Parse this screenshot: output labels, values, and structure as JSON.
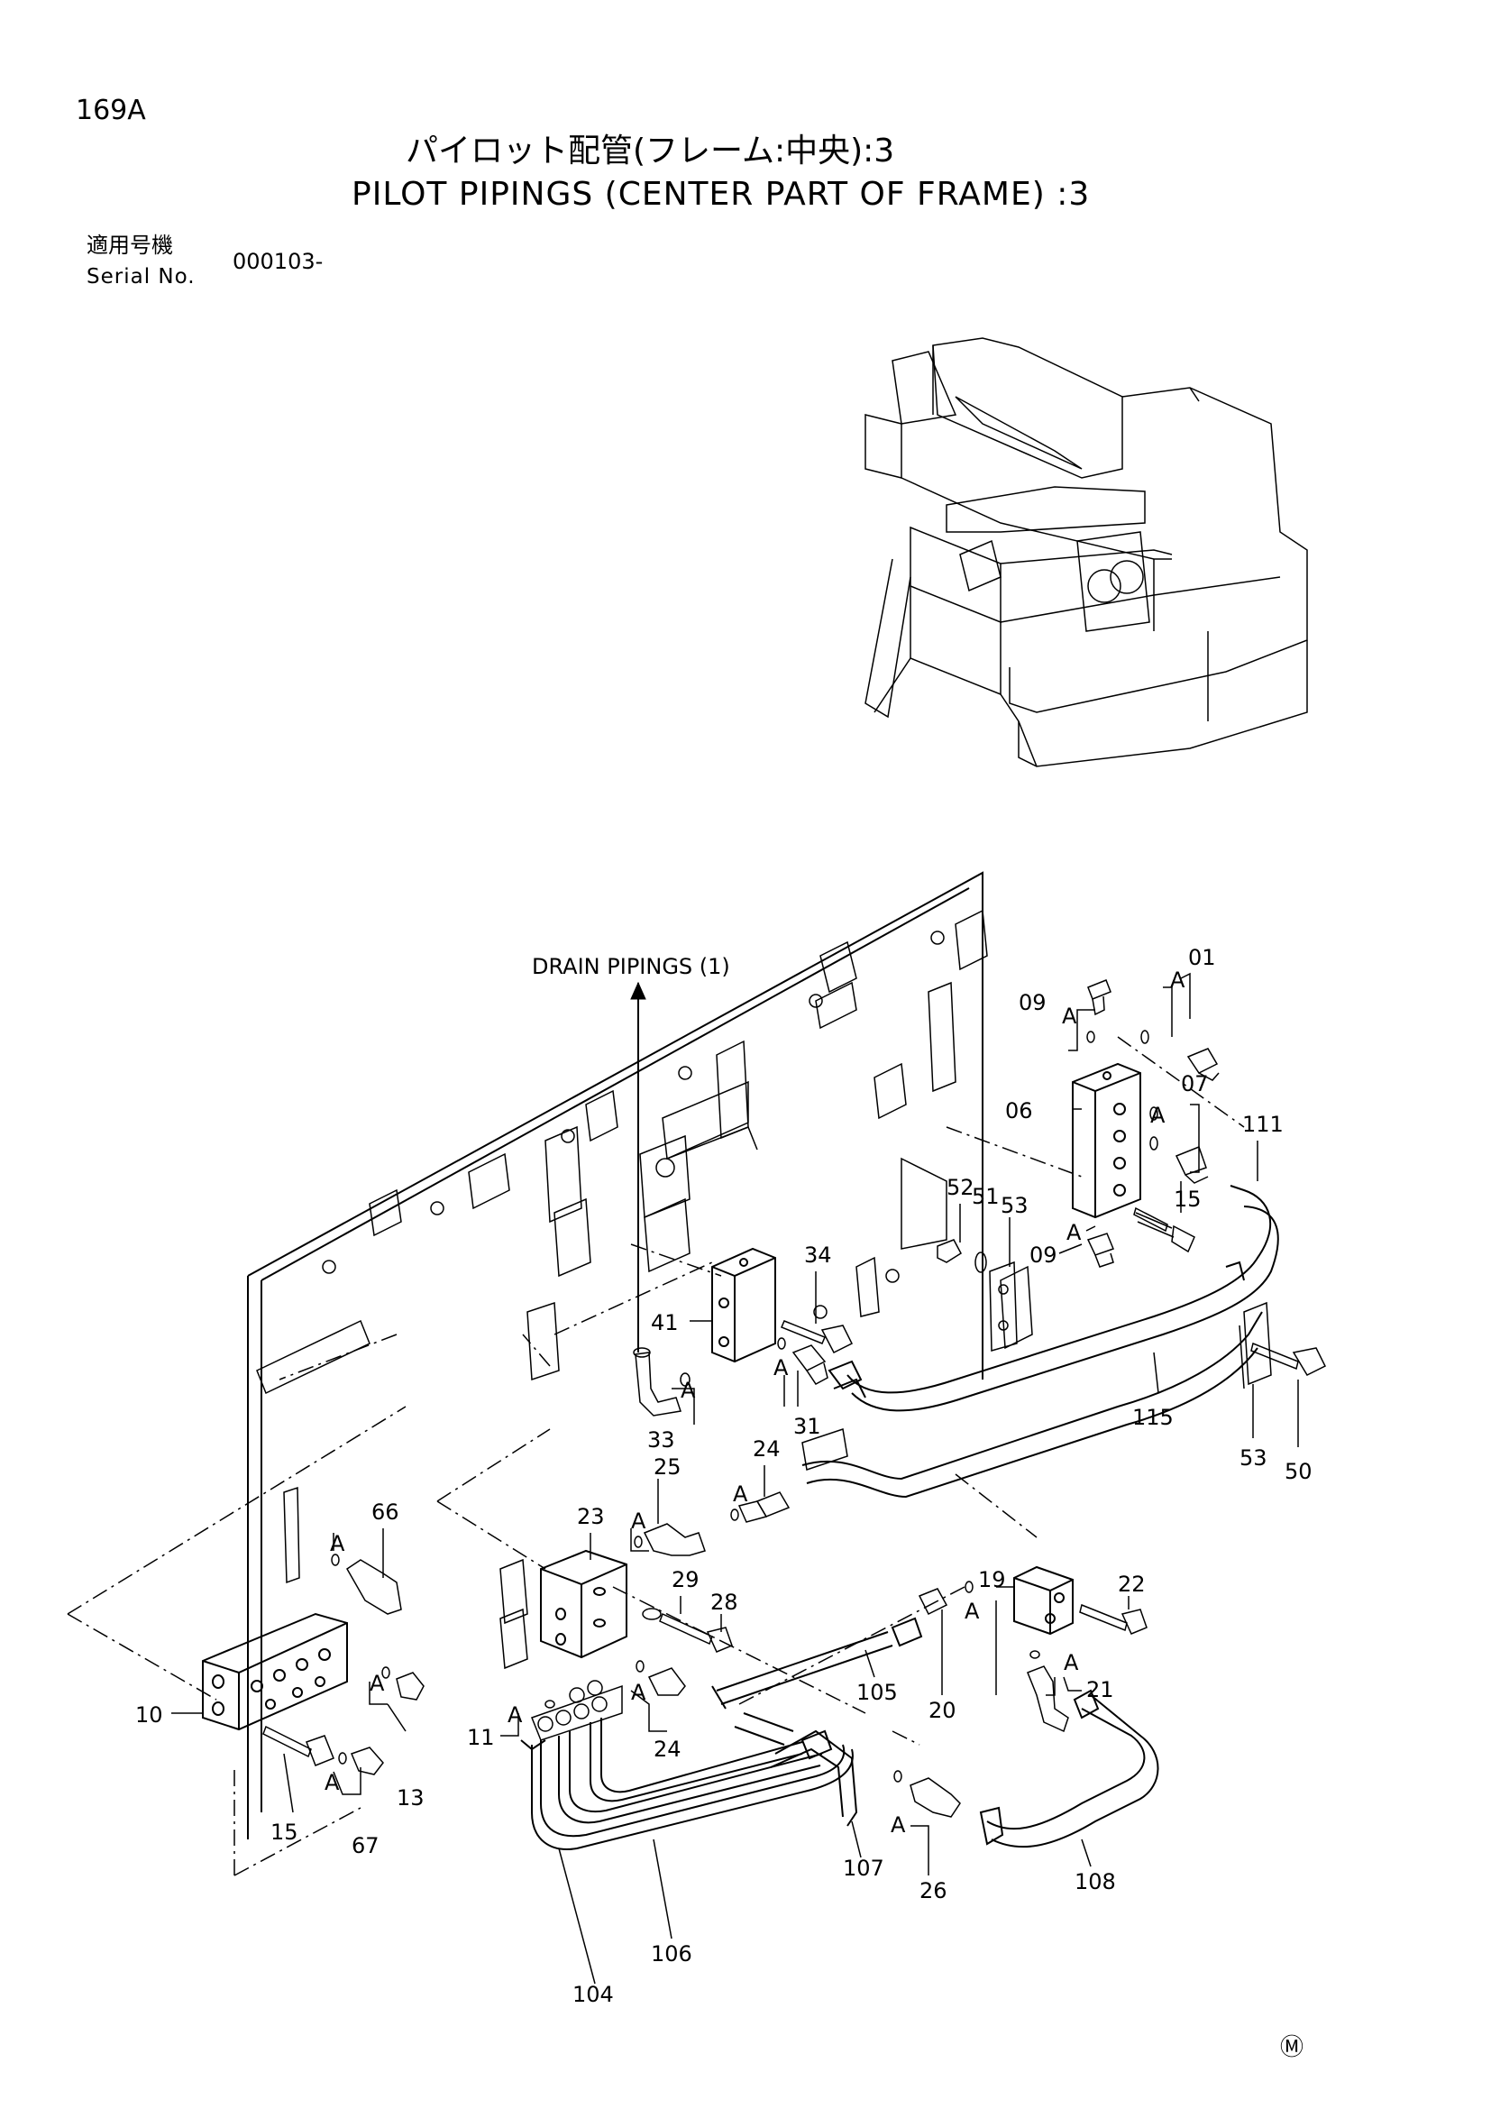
{
  "header": {
    "page_number": "169A",
    "title_jp": "パイロット配管(フレーム:中央):3",
    "title_en": "PILOT PIPINGS (CENTER PART OF FRAME) :3",
    "serial_label_jp": "適用号機",
    "serial_label_en": "Serial No.",
    "serial_value": "000103-"
  },
  "diagram": {
    "callout": "DRAIN PIPINGS (1)",
    "detail_marker": "A",
    "part_labels": [
      "01",
      "09",
      "06",
      "07",
      "111",
      "15",
      "52",
      "51",
      "53",
      "09",
      "34",
      "41",
      "33",
      "31",
      "115",
      "53",
      "50",
      "24",
      "25",
      "23",
      "29",
      "28",
      "19",
      "22",
      "66",
      "10",
      "13",
      "15",
      "67",
      "11",
      "24",
      "105",
      "20",
      "21",
      "107",
      "26",
      "108",
      "106",
      "104"
    ]
  },
  "footer": {
    "mark": "Ⓜ"
  }
}
